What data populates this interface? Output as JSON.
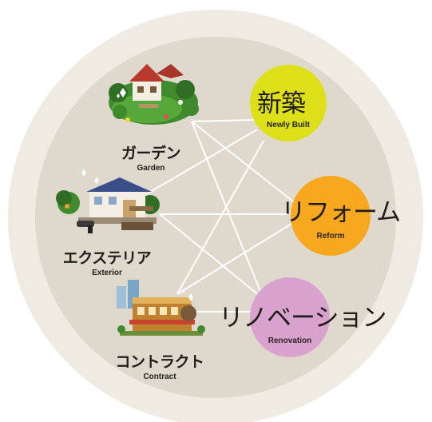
{
  "categories": [
    {
      "id": "garden",
      "jp": "ガーデン",
      "en": "Garden",
      "icon": "garden-house-icon"
    },
    {
      "id": "exterior",
      "jp": "エクステリア",
      "en": "Exterior",
      "icon": "exterior-house-icon"
    },
    {
      "id": "contract",
      "jp": "コントラクト",
      "en": "Contract",
      "icon": "shop-building-icon"
    }
  ],
  "services": [
    {
      "id": "new",
      "jp": "新築",
      "en": "Newly Built",
      "color": "#dde018"
    },
    {
      "id": "reform",
      "jp": "リフォーム",
      "en": "Reform",
      "color": "#f7a81e"
    },
    {
      "id": "renovation",
      "jp": "リノベーション",
      "en": "Renovation",
      "color": "#d9a1cd"
    }
  ],
  "colors": {
    "outer_ring": "#efebe3",
    "inner_disc": "#ded8cd",
    "connector": "#ffffff"
  }
}
